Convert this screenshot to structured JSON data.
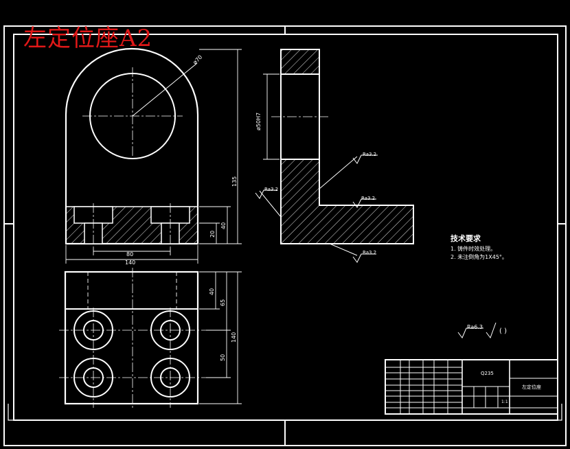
{
  "drawing": {
    "title": "左定位座A2",
    "colors": {
      "background": "#000000",
      "line": "#ffffff",
      "title": "#e01818"
    }
  },
  "dimensions": {
    "hole_dia": "ø70",
    "height_total": "135",
    "base_height": "40",
    "base_lower": "20",
    "hole_spacing": "80",
    "width": "140",
    "bottom_40": "40",
    "bottom_65": "65",
    "bottom_140": "140",
    "bottom_50": "50",
    "bore_fit": "ø50H7"
  },
  "roughness": {
    "r1": "Ra3.2",
    "r2": "Ra3.2",
    "r3": "Ra3.2",
    "r4": "Ra3.2",
    "general": "Ra6.3",
    "paren": "( )"
  },
  "tech_requirements": {
    "heading": "技术要求",
    "line1": "1. 铸件时效处理。",
    "line2": "2. 未注倒角为1X45°。"
  },
  "title_block": {
    "material": "Q235",
    "part_name": "左定位座",
    "scale": "1:1"
  }
}
